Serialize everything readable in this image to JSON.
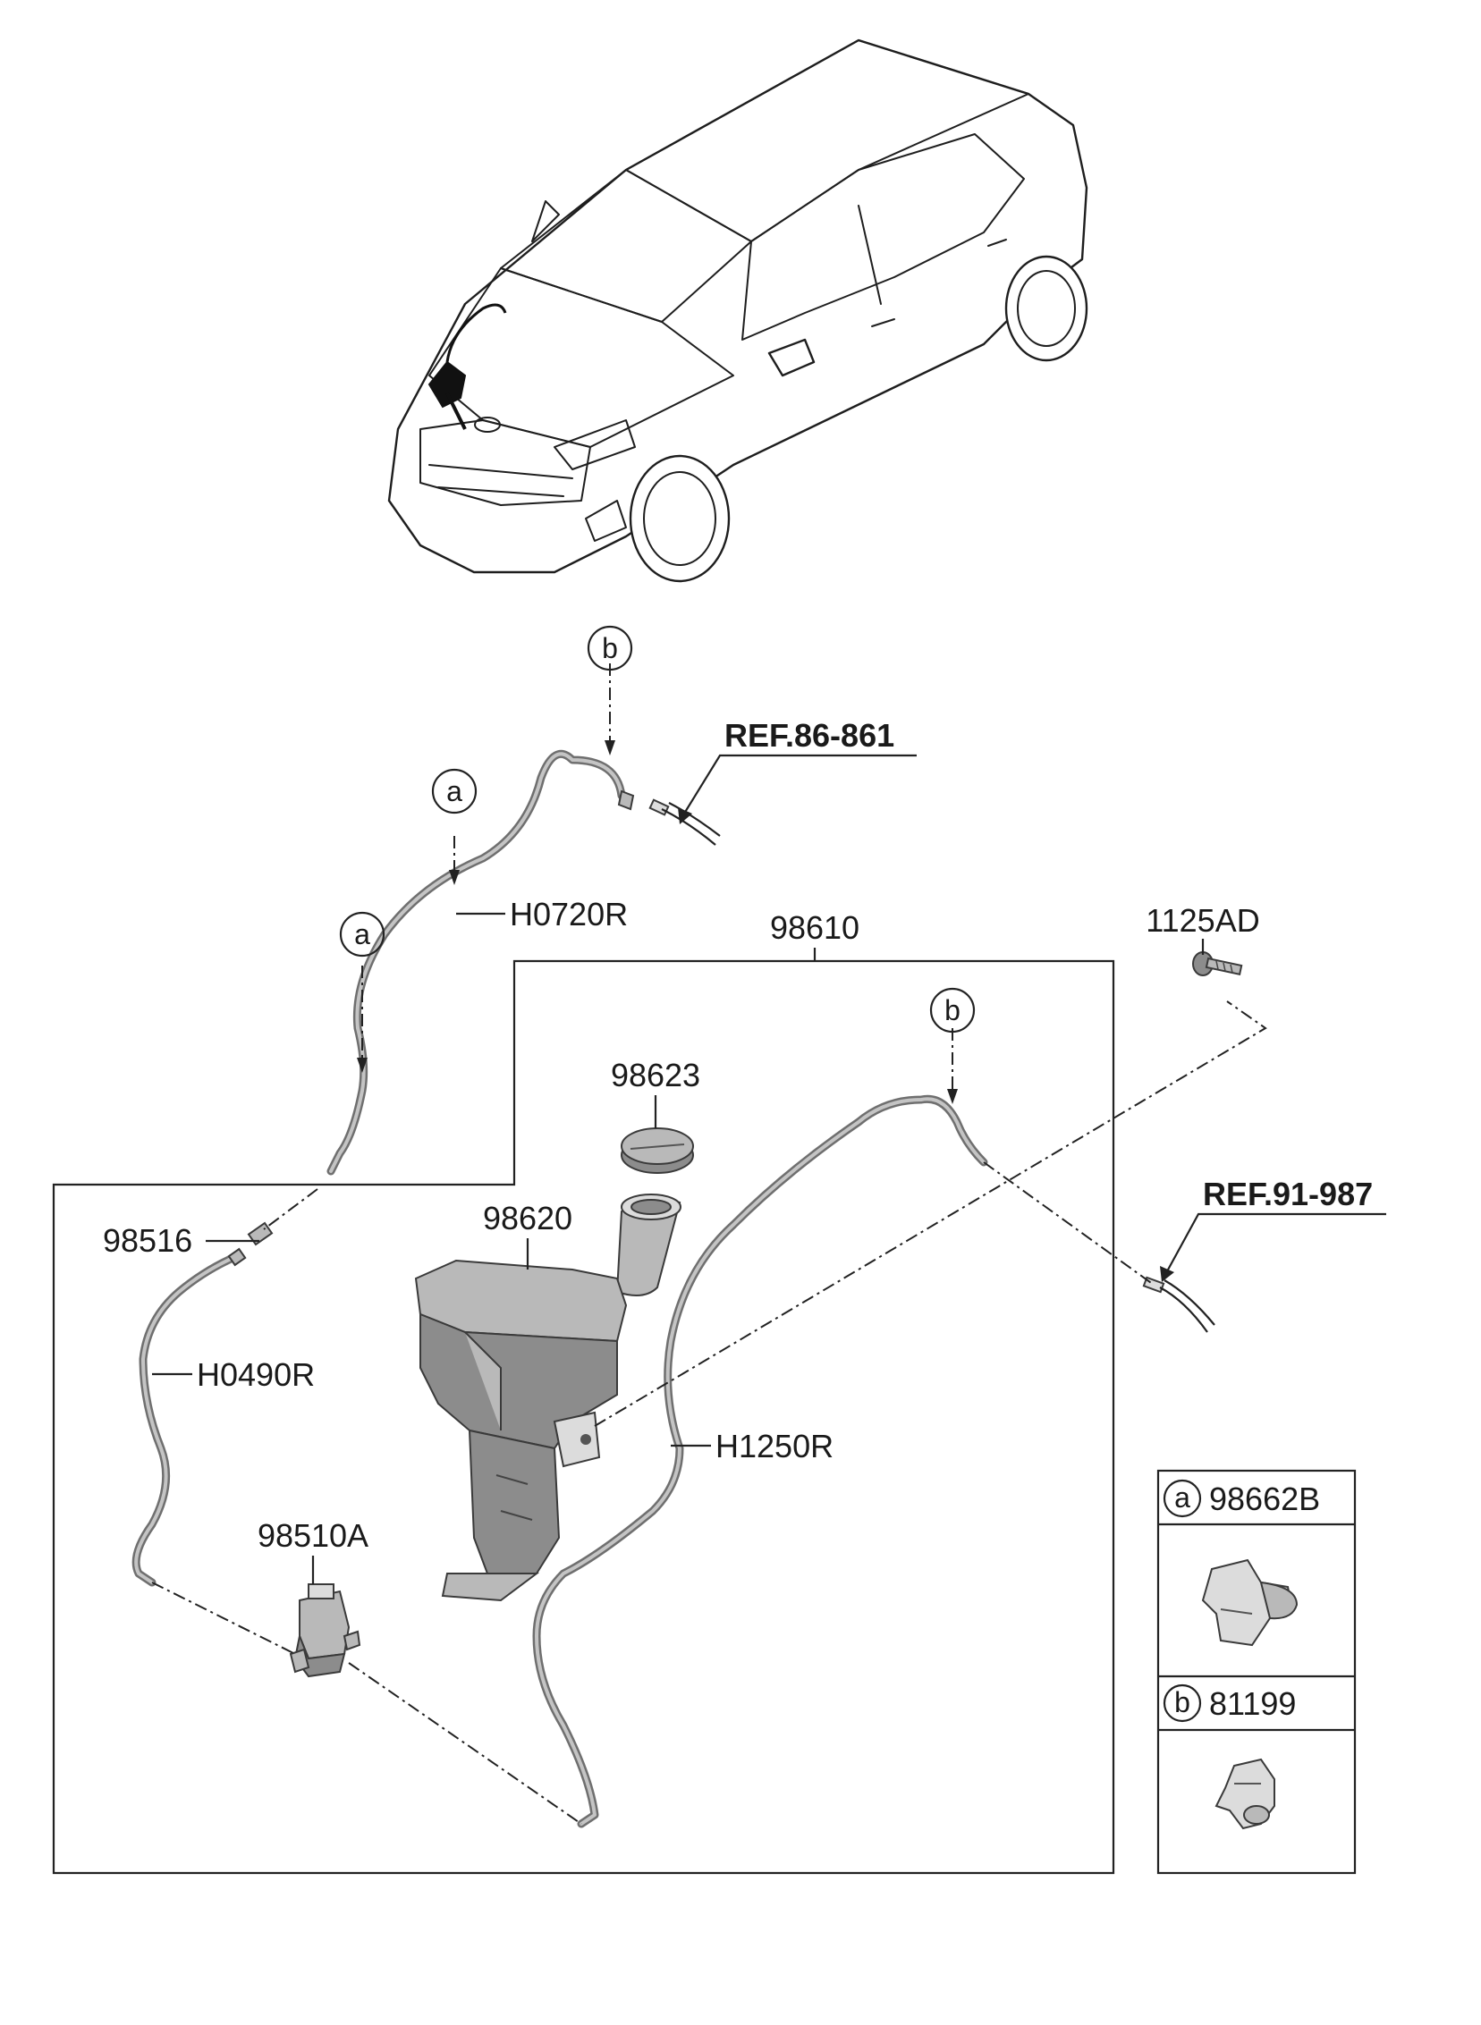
{
  "callouts": {
    "a": "a",
    "b": "b"
  },
  "refs": {
    "ref_86_861": "REF.86-861",
    "ref_91_987": "REF.91-987"
  },
  "parts": {
    "h0720r": "H0720R",
    "assembly_98610": "98610",
    "bolt_1125ad": "1125AD",
    "cap_98623": "98623",
    "reservoir_98620": "98620",
    "connector_98516": "98516",
    "hose_h0490r": "H0490R",
    "hose_h1250r": "H1250R",
    "pump_98510a": "98510A"
  },
  "legend": {
    "items": [
      {
        "key": "a",
        "part": "98662B"
      },
      {
        "key": "b",
        "part": "81199"
      }
    ]
  }
}
